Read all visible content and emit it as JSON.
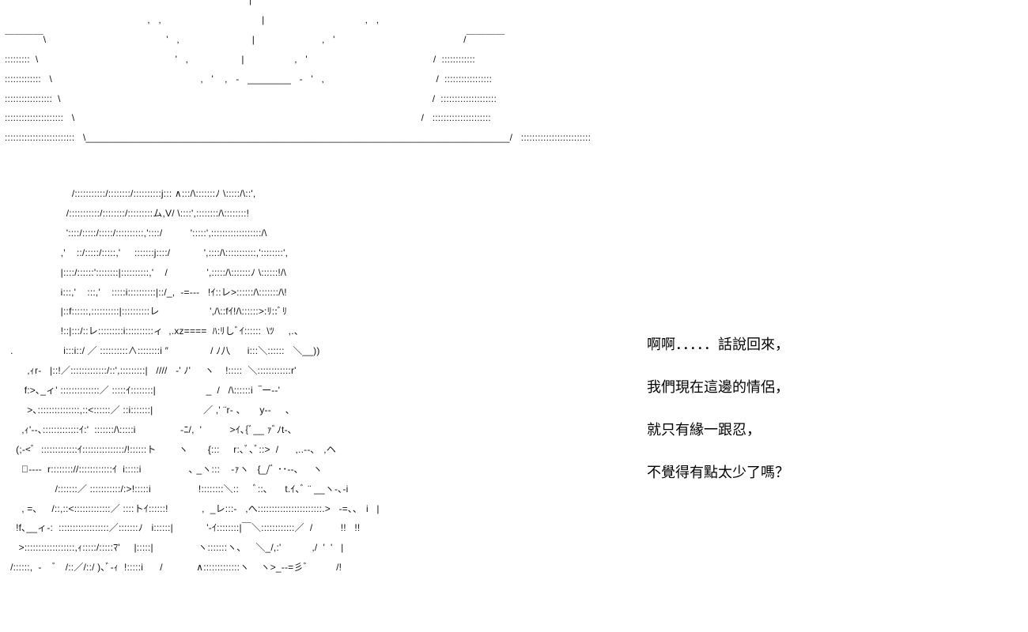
{
  "art_top": [
    "          ￣                                                                          |                                                                       ￣",
    "                                                   ,   ,                                    |                                    ,   ,",
    "￣￣￣￣\\                                           '   ,                          |                        ,   '                                              /￣￣￣￣",
    ":::::::::  \\                                                 '   ,                   |                  ,   '                                             /  ::::::::::::",
    ":::::::::::::   \\                                                     ,   '    ,   -   ________   -   '   ,                                        /  :::::::::::::::::",
    ":::::::::::::::::  \\                                                                                                                                     /  ::::::::::::::::::::",
    ":::::::::::::::::::::   \\                                                                                                                            /   :::::::::::::::::::::",
    ":::::::::::::::::::::::::   \\______________________________________________________________________________/   :::::::::::::::::::::::::"
  ],
  "art_main": [
    "                        /:::::::::::/::::::::/::::::::::j::: ∧:::/\\:::::::ﾉ \\:::::/\\::',",
    "                      /:::::::::::/::::::::/:::::::::ム,V/ \\::::',::::::::/\\::::::::!",
    "                      '::::/:::::/:::::/::::::::::,'::::/          ':::::',::::::::::::::::::/\\",
    "                    ,'    ::/:::::/:::::,'     :::::::j::::/            ',::::/\\:::::::::::,'::::::::',",
    "                    |::::/::::::'::::::::|::::::::::,'    /              ',:::::/\\:::::::ﾉ \\::::::!/\\",
    "                    i:::,'    :::,'    :::::i::::::::::|::/_,  -=‐‐‐   !ｲ::レ>::::::/\\:::::::/\\!",
    "                    |::f::::::,::::::::::|::::::::::レ                  ',/\\::fｲ!/\\::::::>:ﾘ::ﾞﾘ",
    "                    !::|:::/::レ:::::::::i::::::::::ィ  ,.xz====  ﾊ:ﾘしﾞｲ::::::  \\ﾂ     ,.、",
    "  .                  i:::i::/ ／ ::::::::::∧::::::::i ″               / ﾉ八      i:::＼::::::   ＼__))",
    "        ,ｨr‐   |::!／:::::::::::::/::',:::::::::|   ////   ‐' ﾉ'     ヽ    !:::::  ＼::::::::::::r'",
    "       f:>､_ィ' ::::::::::::::／ :::::ｲ::::::::|                  _  /   /\\::::::i  ‾ー-‐'",
    "        >､:::::::::::::::,::<::::::／ ::i:::::::|                  ／ ,' ¨r‐ 、     y‐‐     、",
    "      ,ｨ'‐-､:::::::::::::ｲ:'  :::::::/\\:::::i                -ﾆ/,  '          >ｲ､{ﾞ__ ｧﾞﾉt‐､",
    "    (;‐<ﾞ  :::::::::::::ｲ:::::::::::::::/!::::::ト        ヽ       {:::     r:､ﾞ､ﾞ::>  /      ,..‐-､   ,ヘ",
    "      ﾞ‐-‐‐  r:::::::://::::::::::::ｲ  i:::::i                 ､ _ヽ:::    ‐ｧヽ   {_/ﾞ ･･‐‐､     ヽ",
    "                  /:::::::／ :::::::::::/:>!:::::i                 !::::::::＼::     ﾞ::､      t.ｲ､ﾞ ¨ __ヽ‐､‐i",
    "      , =､     /::,::<:::::::::::::／ ::::トｲ::::::!            ,  _レ:::‐   ,へ:::::::::::::::::::::::.>   ‐=､､   i   |",
    "    !f､__ィ‐:  ::::::::::::::::::／:::::::ﾉ   i::::::|            '‐ｲ::::::::|￣＼::::::::::::／  /          !!   !!",
    "     >::::::::::::::::::,ｨ:::::/:::::ﾏ'     |:::::|                ヽ:::::::ヽ､     ＼_/,:'           ,/  '  '   |",
    "  /::::::,  ‐    ﾞ   /::／/::/ )､ﾞ‐ｨ  !:::::i      /            ∧:::::::::::::ヽ    ヽ>_-‐=彡ﾞ          /!"
  ],
  "dialog": {
    "lines": [
      "啊啊．．．．．話說回來，",
      "我們現在這邊的情侶，",
      "就只有緣一跟忍，",
      "不覺得有點太少了嗎？"
    ]
  }
}
